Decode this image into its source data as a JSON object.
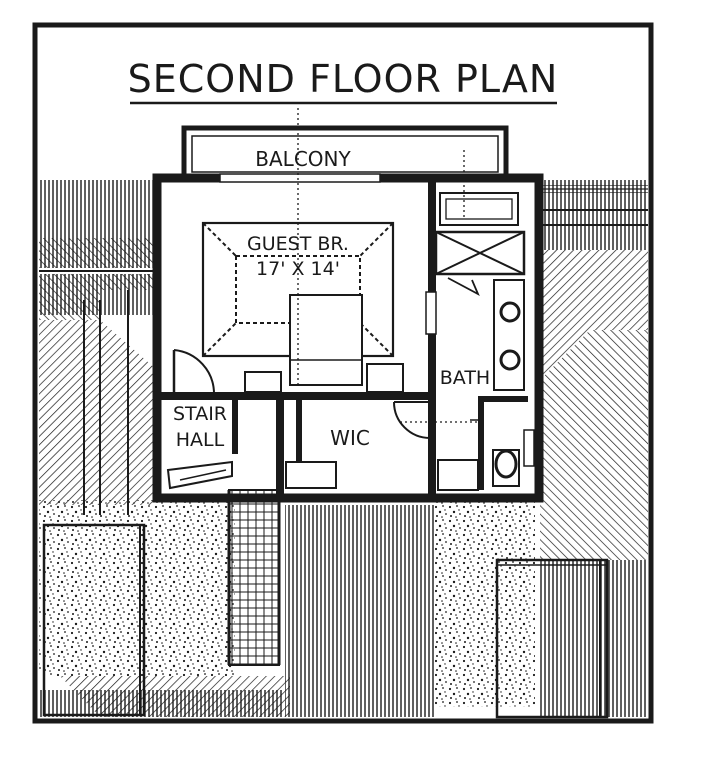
{
  "title": "SECOND FLOOR PLAN",
  "rooms": {
    "balcony": "BALCONY",
    "guest_bedroom": "GUEST BR.",
    "guest_bedroom_size": "17' X 14'",
    "bath": "BATH",
    "wic": "WIC",
    "stair_hall_line1": "STAIR",
    "stair_hall_line2": "HALL"
  },
  "colors": {
    "ink": "#1a1a1a",
    "paper": "#ffffff"
  }
}
